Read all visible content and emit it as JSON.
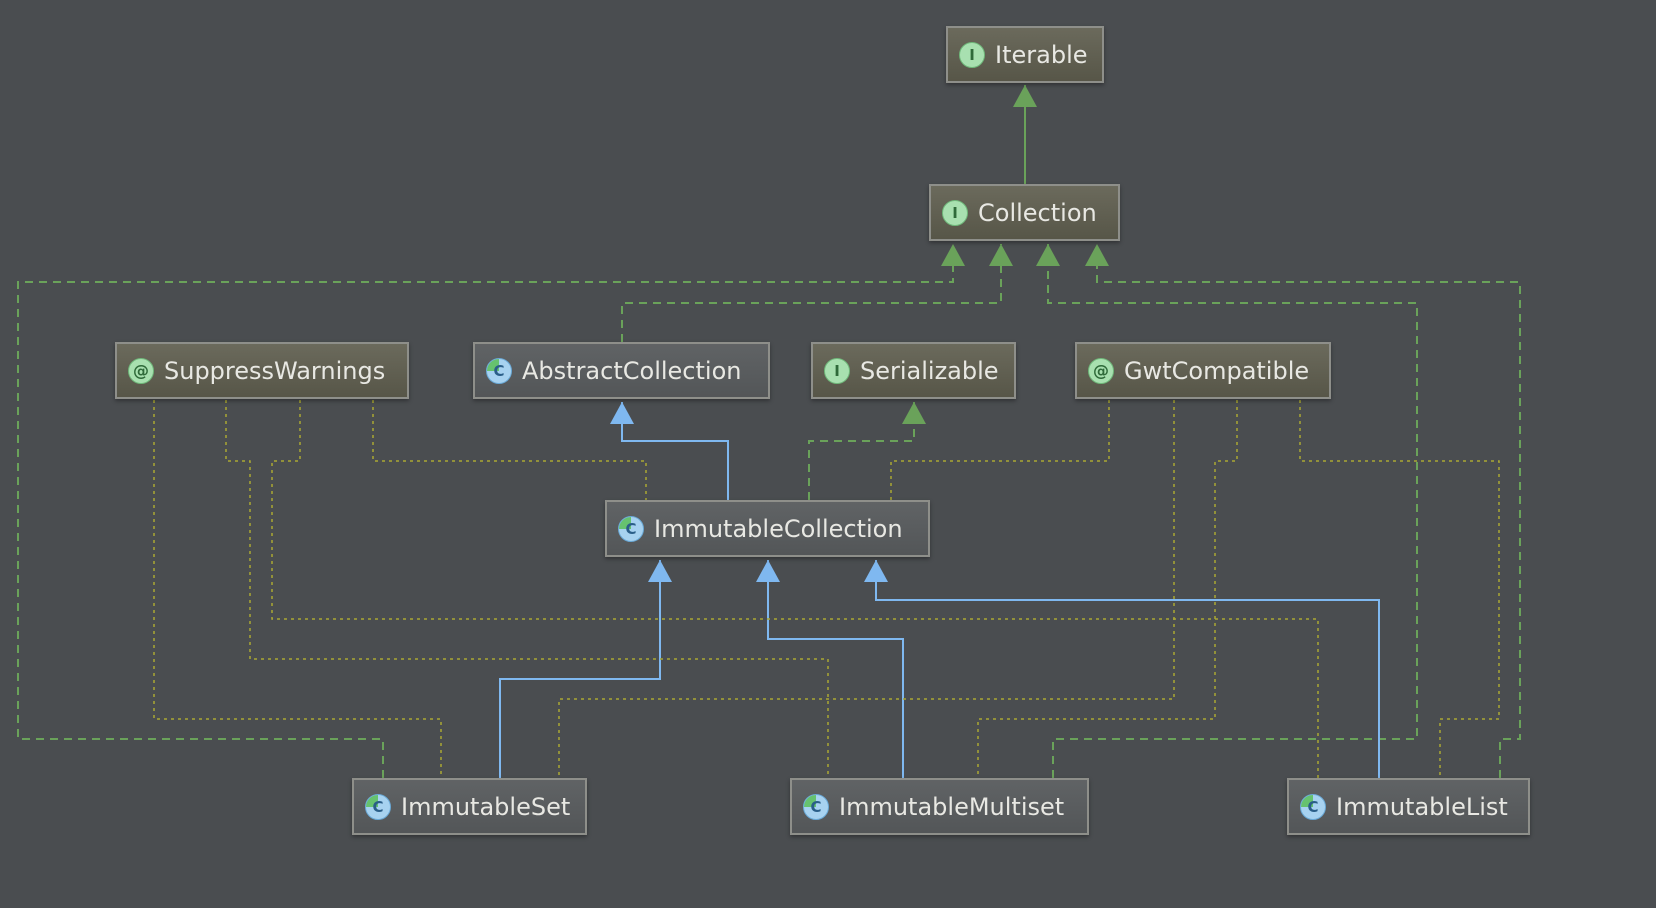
{
  "nodes": {
    "iterable": {
      "label": "Iterable",
      "kind": "I",
      "icon": "interface-icon"
    },
    "collection": {
      "label": "Collection",
      "kind": "I",
      "icon": "interface-icon"
    },
    "suppress_warnings": {
      "label": "SuppressWarnings",
      "kind": "@",
      "icon": "annotation-icon"
    },
    "abstract_collection": {
      "label": "AbstractCollection",
      "kind": "C",
      "icon": "abstract-class-icon"
    },
    "serializable": {
      "label": "Serializable",
      "kind": "I",
      "icon": "interface-icon"
    },
    "gwt_compatible": {
      "label": "GwtCompatible",
      "kind": "@",
      "icon": "annotation-icon"
    },
    "immutable_collection": {
      "label": "ImmutableCollection",
      "kind": "C",
      "icon": "abstract-class-icon"
    },
    "immutable_set": {
      "label": "ImmutableSet",
      "kind": "C",
      "icon": "abstract-class-icon"
    },
    "immutable_multiset": {
      "label": "ImmutableMultiset",
      "kind": "C",
      "icon": "abstract-class-icon"
    },
    "immutable_list": {
      "label": "ImmutableList",
      "kind": "C",
      "icon": "abstract-class-icon"
    }
  },
  "colors": {
    "background": "#4a4d50",
    "extends_edge": "#7fb8f0",
    "implements_edge": "#6aa25a",
    "annotation_edge": "#a9a832"
  },
  "edges": [
    {
      "from": "collection",
      "to": "iterable",
      "type": "interface-extends"
    },
    {
      "from": "abstract_collection",
      "to": "collection",
      "type": "implements"
    },
    {
      "from": "immutable_collection",
      "to": "abstract_collection",
      "type": "extends"
    },
    {
      "from": "immutable_collection",
      "to": "serializable",
      "type": "implements"
    },
    {
      "from": "immutable_set",
      "to": "immutable_collection",
      "type": "extends"
    },
    {
      "from": "immutable_multiset",
      "to": "immutable_collection",
      "type": "extends"
    },
    {
      "from": "immutable_list",
      "to": "immutable_collection",
      "type": "extends"
    },
    {
      "from": "immutable_set",
      "to": "collection",
      "type": "implements"
    },
    {
      "from": "immutable_multiset",
      "to": "collection",
      "type": "implements"
    },
    {
      "from": "immutable_list",
      "to": "collection",
      "type": "implements"
    },
    {
      "from": "immutable_collection",
      "to": "suppress_warnings",
      "type": "annotated"
    },
    {
      "from": "immutable_collection",
      "to": "gwt_compatible",
      "type": "annotated"
    },
    {
      "from": "immutable_set",
      "to": "suppress_warnings",
      "type": "annotated"
    },
    {
      "from": "immutable_set",
      "to": "gwt_compatible",
      "type": "annotated"
    },
    {
      "from": "immutable_multiset",
      "to": "suppress_warnings",
      "type": "annotated"
    },
    {
      "from": "immutable_multiset",
      "to": "gwt_compatible",
      "type": "annotated"
    },
    {
      "from": "immutable_list",
      "to": "suppress_warnings",
      "type": "annotated"
    },
    {
      "from": "immutable_list",
      "to": "gwt_compatible",
      "type": "annotated"
    }
  ]
}
